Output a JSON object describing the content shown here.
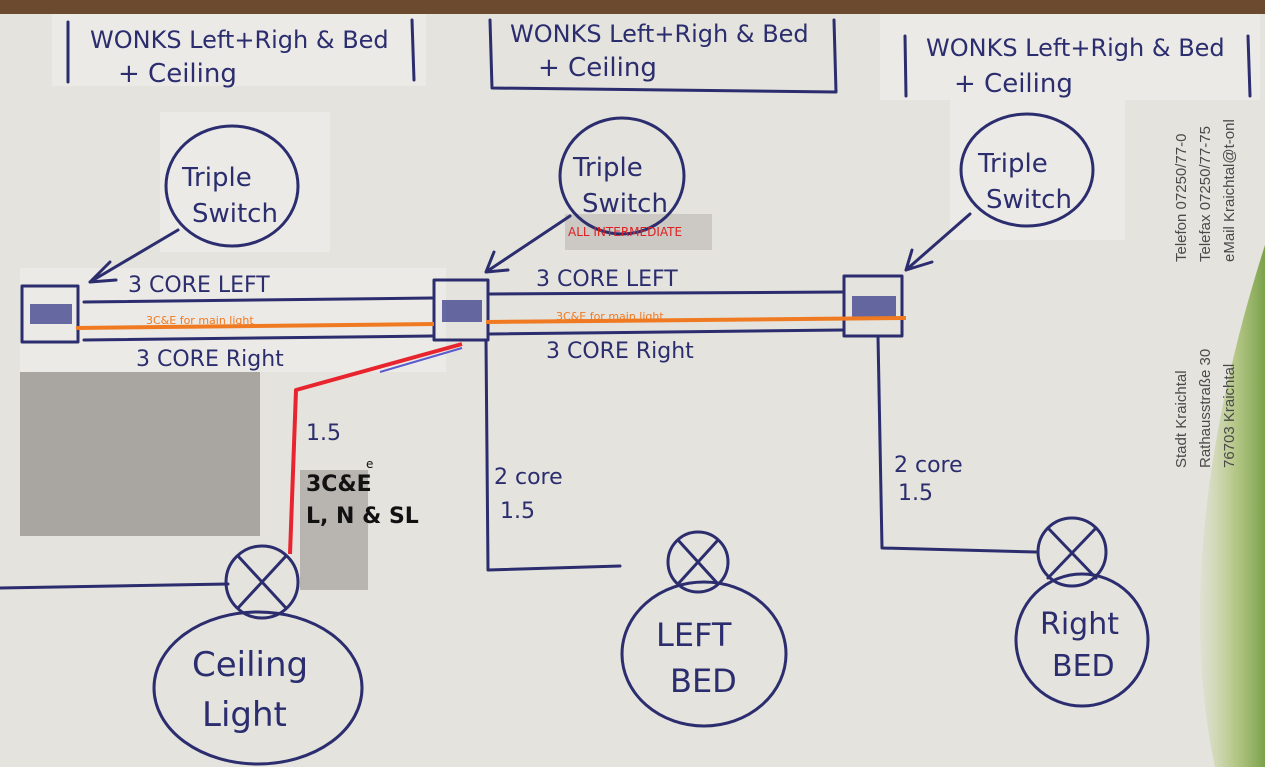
{
  "notes": {
    "top_text_line1": "WONKS Left+Righ & Bed",
    "top_text_line2": "+ Ceiling"
  },
  "switches": {
    "label_line1": "Triple",
    "label_line2": "Switch",
    "intermediate_label": "ALL INTERMEDIATE"
  },
  "cables": {
    "core_left": "3 CORE LEFT",
    "core_right": "3 CORE Right",
    "main_light_label": "3C&E for main light",
    "ceiling_drop_size": "1.5",
    "ceiling_drop_core_main": "3C&E",
    "ceiling_drop_core_sup": "e",
    "ceiling_drop_conductors": "L, N & SL",
    "bed_core": "2 core",
    "bed_size": "1.5"
  },
  "lights": {
    "ceiling_line1": "Ceiling",
    "ceiling_line2": "Light",
    "left_bed_line1": "LEFT",
    "left_bed_line2": "BED",
    "right_bed_line1": "Right",
    "right_bed_line2": "BED"
  },
  "letterhead": {
    "phone": "Telefon 07250/77-0",
    "fax": "Telefax 07250/77-75",
    "email": "eMail Kraichtal@t-onl",
    "org": "Stadt Kraichtal",
    "street": "Rathausstraße 30",
    "city": "76703 Kraichtal"
  },
  "colors": {
    "ink": "#2b2d6e",
    "orange_cable": "#f07a22",
    "red_cable": "#e8252e",
    "intermediate_text": "#e02020",
    "paper": "#e4e3dd"
  }
}
